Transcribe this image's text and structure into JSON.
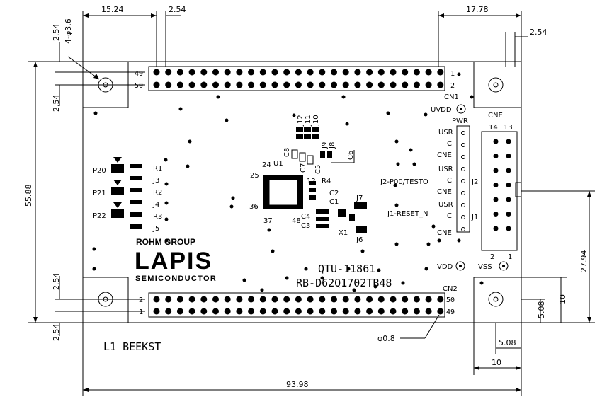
{
  "dimensions": {
    "top_left_pitch": "15.24",
    "top_pin_pitch": "2.54",
    "top_right_offset": "17.78",
    "right_pitch": "2.54",
    "left_top_a": "2.54",
    "left_top_b": "2.54",
    "left_bottom_a": "2.54",
    "left_bottom_b": "2.54",
    "hole_label": "4-φ3.6",
    "height_total": "55.88",
    "right_height": "27.94",
    "right_10": "10",
    "right_508": "5.08",
    "bottom_508": "5.08",
    "bottom_10": "10",
    "width_total": "93.98",
    "via_label": "φ0.8"
  },
  "connectors": {
    "cn1": "CN1",
    "cn2": "CN2",
    "cne": "CNE",
    "cn1_pin_49": "49",
    "cn1_pin_50": "50",
    "cn1_pin_1": "1",
    "cn1_pin_2": "2",
    "cn2_pin_2": "2",
    "cn2_pin_1": "1",
    "cn2_pin_50": "50",
    "cn2_pin_49": "49",
    "cne_pin_14": "14",
    "cne_pin_13": "13",
    "cne_pin_2": "2",
    "cne_pin_1": "1"
  },
  "labels": {
    "uvdd": "UVDD",
    "pwr": "PWR",
    "usr1": "USR",
    "c1": "C",
    "cne1": "CNE",
    "usr2": "USR",
    "c2": "C",
    "cne2": "CNE",
    "usr3": "USR",
    "c3": "C",
    "cne3": "CNE",
    "j2": "J2",
    "j1": "J1",
    "j2_desc": "J2-P00/TESTO",
    "j1_desc": "J1-RESET_N",
    "vdd": "VDD",
    "vss": "VSS",
    "j12": "J12",
    "j11": "J11",
    "j10": "J10",
    "j9": "J9",
    "j8": "J8",
    "c6": "C6",
    "c8": "C8",
    "c7": "C7",
    "c5": "C5",
    "u1": "U1",
    "pin24": "24",
    "pin25": "25",
    "pin36": "36",
    "pin37": "37",
    "pin48": "48",
    "pin12": "12",
    "r4": "R4",
    "c2l": "C2",
    "c1l": "C1",
    "c4": "C4",
    "c3l": "C3",
    "j7": "J7",
    "j6": "J6",
    "x1": "X1",
    "p20": "P20",
    "p21": "P21",
    "p22": "P22",
    "r1": "R1",
    "j3": "J3",
    "r2": "R2",
    "j4": "J4",
    "r3": "R3",
    "j5": "J5",
    "rohm": "ROHM GROUP",
    "lapis": "LAPIS",
    "semi": "SEMICONDUCTOR",
    "board_id": "QTU-11861",
    "board_name": "RB-D62Q1702TB48",
    "l1": "L1 BEEKST"
  }
}
